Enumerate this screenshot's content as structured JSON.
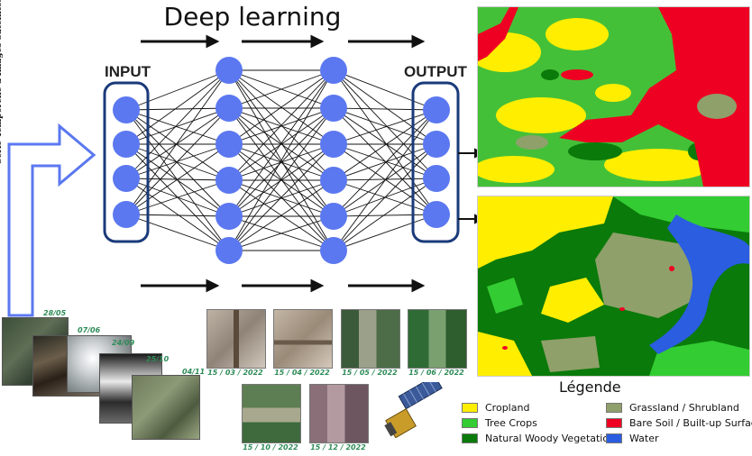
{
  "title": "Deep learning",
  "input_label": "INPUT",
  "output_label": "OUTPUT",
  "series_label": "Série Temporelle d'Images Satellites",
  "series_dates": [
    "28/05",
    "07/06",
    "24/09",
    "25/10",
    "04/11"
  ],
  "thumb_dates": [
    "15 / 03 / 2022",
    "15 / 04 / 2022",
    "15 / 05 / 2022",
    "15 / 06 / 2022",
    "15 / 10 / 2022",
    "15 / 12 / 2022"
  ],
  "legend": {
    "title": "Légende",
    "items": [
      {
        "label": "Cropland",
        "color": "#ffee00"
      },
      {
        "label": "Tree Crops",
        "color": "#33cc33"
      },
      {
        "label": "Natural Woody Vegetation",
        "color": "#0a7a0a"
      },
      {
        "label": "Grassland / Shrubland",
        "color": "#8fa06a"
      },
      {
        "label": "Bare Soil / Built-up Surfaces",
        "color": "#ee0022"
      },
      {
        "label": "Water",
        "color": "#2a5de0"
      }
    ]
  },
  "colors": {
    "node": "#5b78f0",
    "box_border": "#1a3a7a",
    "arrow_outline": "#5b78f0"
  }
}
